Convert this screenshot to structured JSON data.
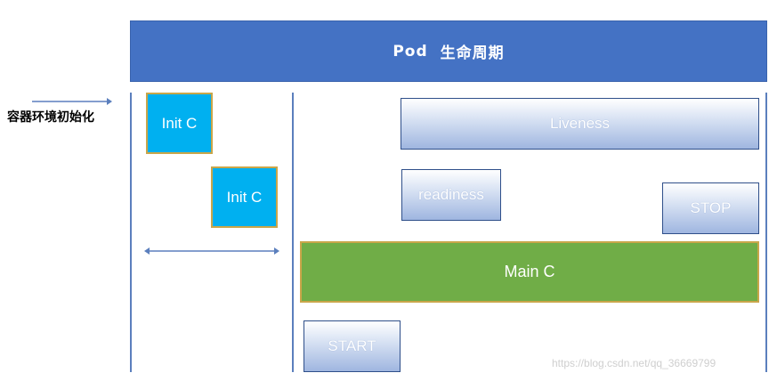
{
  "title": {
    "pod": "Pod",
    "lifecycle": "生命周期"
  },
  "side_label": "容器环境初始化",
  "init_containers": [
    "Init C",
    "Init C"
  ],
  "probes": {
    "liveness": "Liveness",
    "readiness": "readiness",
    "stop": "STOP",
    "start": "START"
  },
  "main_container": "Main C",
  "watermark": "https://blog.csdn.net/qq_36669799",
  "colors": {
    "title_bar": "#4472c4",
    "init": "#00b0f0",
    "main": "#70ad47",
    "lines": "#5b7fbd"
  }
}
